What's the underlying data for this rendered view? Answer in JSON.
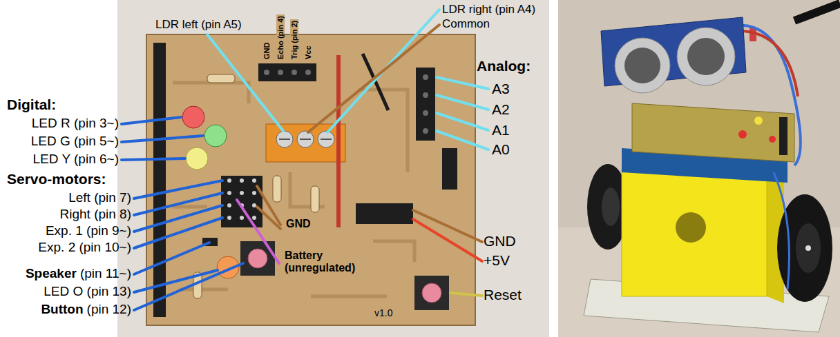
{
  "diagram": {
    "labels": [
      "LDR left (pin A5)",
      "LDR right (pin A4)",
      "Common",
      "GND",
      "Echo (pin 4)",
      "Trig (pin 2)",
      "Vcc",
      "Analog:",
      "A3",
      "A2",
      "A1",
      "A0",
      "Digital:",
      "LED R (pin 3~)",
      "LED G (pin 5~)",
      "LED Y (pin 6~)",
      "Servo-motors:",
      "Left (pin 7)",
      "Right (pin 8)",
      "Exp. 1 (pin 9~)",
      "Exp. 2 (pin 10~)",
      "GND",
      "Battery (unregulated)",
      "GND",
      "+5V",
      "Speaker",
      "(pin 11~)",
      "LED O (pin 13)",
      "Button",
      "(pin 12)",
      "v1.0",
      "Reset"
    ]
  }
}
